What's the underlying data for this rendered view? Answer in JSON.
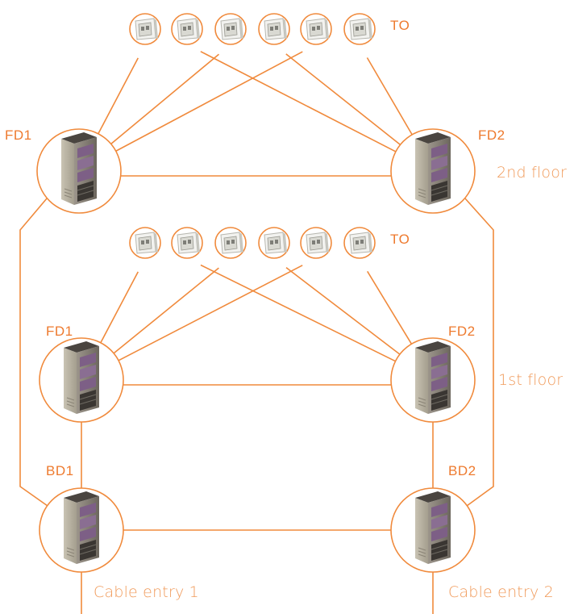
{
  "colors": {
    "line": "#f08a3c",
    "label": "#ee7a2e"
  },
  "floors": [
    {
      "name": "2nd floor",
      "fd_left": "FD1",
      "fd_right": "FD2",
      "to_label": "TO",
      "outlet_count": 6
    },
    {
      "name": "1st floor",
      "fd_left": "FD1",
      "fd_right": "FD2",
      "to_label": "TO",
      "outlet_count": 6
    }
  ],
  "building": {
    "bd_left": "BD1",
    "bd_right": "BD2"
  },
  "entries": {
    "left": "Cable entry 1",
    "right": "Cable entry 2"
  },
  "icons": {
    "outlet": "telecom-outlet-icon",
    "rack": "server-rack-icon"
  }
}
